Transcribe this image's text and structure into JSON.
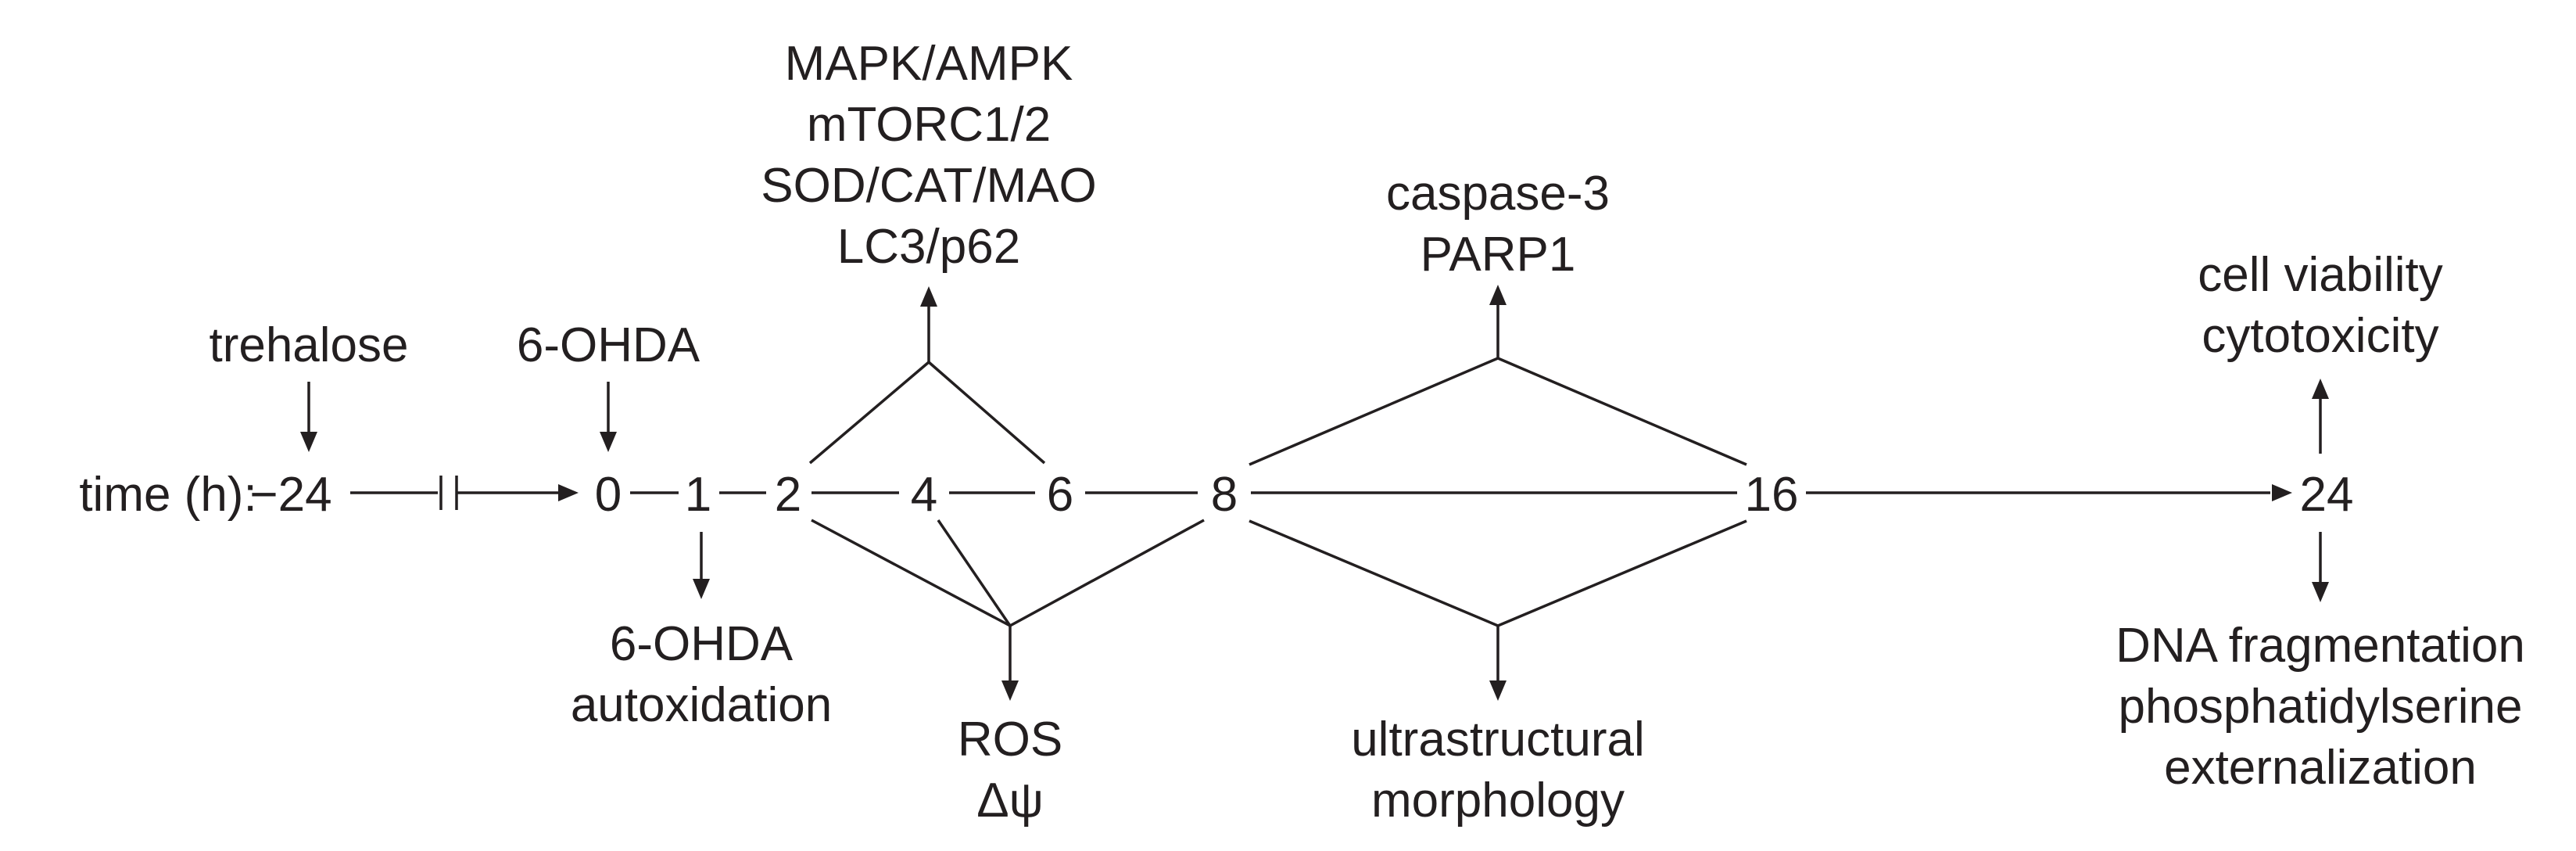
{
  "axis_label": "time (h):",
  "timepoints": [
    "−24",
    "0",
    "1",
    "2",
    "4",
    "6",
    "8",
    "16",
    "24"
  ],
  "treatments": {
    "trehalose": "trehalose",
    "ohda": "6-OHDA"
  },
  "readouts": {
    "autoxidation": [
      "6-OHDA",
      "autoxidation"
    ],
    "signaling": [
      "MAPK/AMPK",
      "mTORC1/2",
      "SOD/CAT/MAO",
      "LC3/p62"
    ],
    "ros": [
      "ROS",
      "Δψ"
    ],
    "apoptosis_markers": [
      "caspase-3",
      "PARP1"
    ],
    "ultrastructure": [
      "ultrastructural",
      "morphology"
    ],
    "viability": [
      "cell viability",
      "cytotoxicity"
    ],
    "late_apoptosis": [
      "DNA fragmentation",
      "phosphatidylserine",
      "externalization"
    ]
  }
}
